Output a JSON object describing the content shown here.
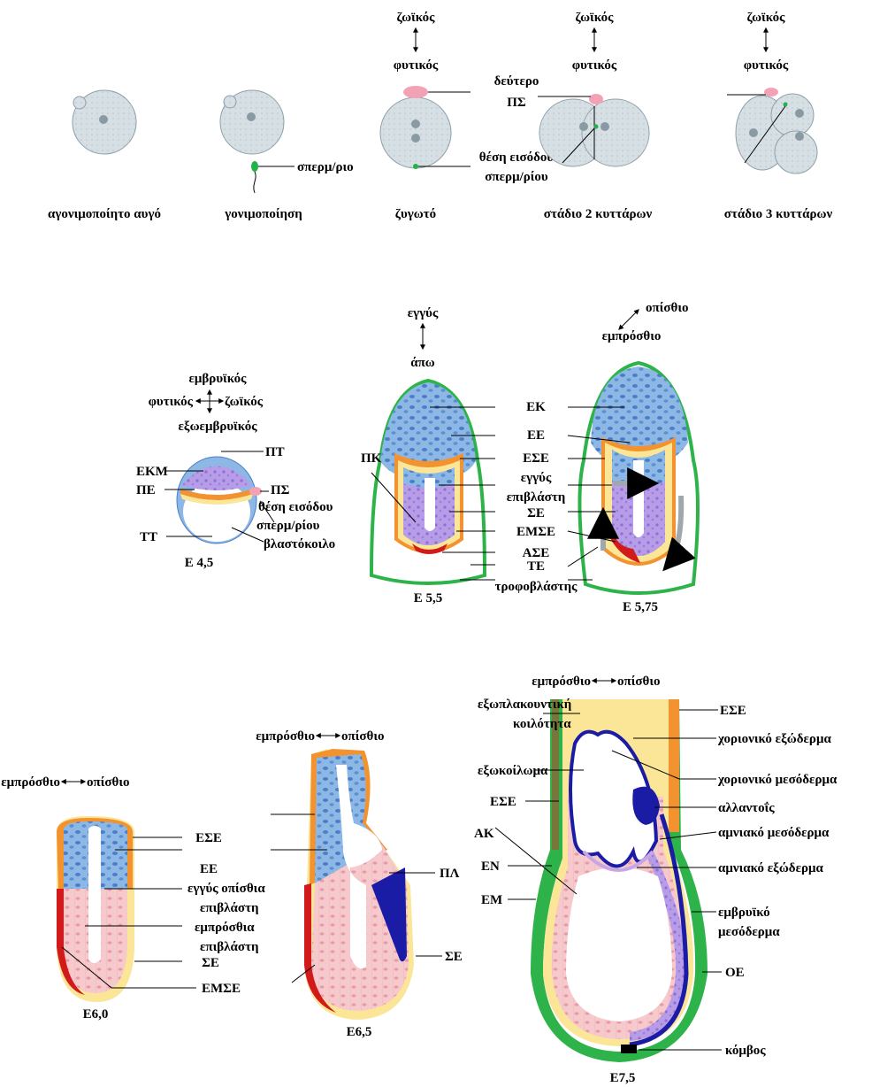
{
  "row1": {
    "axis_top": "ζωϊκός",
    "axis_bottom": "φυτικός",
    "second_polar_body": [
      "δεύτερο",
      "ΠΣ"
    ],
    "sperm": "σπερμ/ριο",
    "sperm_entry": [
      "θέση εισόδου",
      "σπερμ/ρίου"
    ],
    "captions": [
      "αγονιμοποίητο αυγό",
      "γονιμοποίηση",
      "ζυγωτό",
      "στάδιο 2 κυττάρων",
      "στάδιο 3 κυττάρων"
    ]
  },
  "row2": {
    "e45_axis": {
      "top": "εμβρυϊκός",
      "left": "φυτικός",
      "right": "ζωϊκός",
      "bottom": "εξωεμβρυϊκός"
    },
    "e45_labels": {
      "pt": "ΠΤ",
      "ekm": "ΕΚΜ",
      "pe": "ΠΕ",
      "ps": "ΠΣ",
      "entry": [
        "θέση εισόδου",
        "σπερμ/ρίου"
      ],
      "tt": "ΤΤ",
      "blasto": "βλαστόκοιλο"
    },
    "e55_axis": {
      "top": "εγγύς",
      "bottom": "άπω"
    },
    "e575_axis": {
      "right": "οπίσθιο",
      "left": "εμπρόσθιο"
    },
    "labels": {
      "ek": "ΕΚ",
      "ee": "ΕΕ",
      "ese": "ΕΣΕ",
      "pk": "ΠΚ",
      "epi": [
        "εγγύς",
        "επιβλάστη"
      ],
      "se": "ΣΕ",
      "emse": "ΕΜΣΕ",
      "ase": "ΑΣΕ",
      "te": "ΤΕ",
      "tropho": "τροφοβλάστης"
    },
    "captions": [
      "Ε 4,5",
      "Ε 5,5",
      "Ε 5,75"
    ]
  },
  "row3": {
    "axis": {
      "left": "εμπρόσθιο",
      "right": "οπίσθιο"
    },
    "e60_labels": {
      "ese": "ΕΣΕ",
      "ee": "ΕΕ",
      "post_epi": [
        "εγγύς οπίσθια",
        "επιβλάστη"
      ],
      "ant_epi": [
        "εμπρόσθια",
        "επιβλάστη"
      ],
      "se": "ΣΕ",
      "emse": "ΕΜΣΕ"
    },
    "e65_labels": {
      "pl": "ΠΛ",
      "se": "ΣΕ"
    },
    "e75_labels": {
      "exo_cavity": [
        "εξωπλακουντική",
        "κοιλότητα"
      ],
      "exocoelom": "εξωκοίλωμα",
      "ese_left": "ΕΣΕ",
      "ak": "ΑΚ",
      "en": "ΕΝ",
      "em": "ΕΜ",
      "ese_right": "ΕΣΕ",
      "chor_ecto": "χοριονικό εξώδερμα",
      "chor_meso": "χοριονικό μεσόδερμα",
      "allantois": "αλλαντοΐς",
      "amn_meso": "αμνιακό μεσόδερμα",
      "amn_ecto": "αμνιακό εξώδερμα",
      "emb_meso": [
        "εμβρυϊκό",
        "μεσόδερμα"
      ],
      "oe": "ΟΕ",
      "node": "κόμβος"
    },
    "captions": [
      "Ε6,0",
      "Ε6,5",
      "Ε7,5"
    ]
  },
  "colors": {
    "cell_fill": "#d6dfe4",
    "nucleus": "#8a9aa3",
    "polar_body": "#f2a2b4",
    "sperm": "#22b24c",
    "epiblast_blue": "#8db8e6",
    "ee_blue": "#7aa9dc",
    "ese_orange": "#f29330",
    "ve_yellow": "#fbe596",
    "pe_purple": "#b79ce8",
    "ave_red": "#d21a1a",
    "tropho_green": "#2eb34a",
    "epi_pink": "#f6c9cc",
    "ps_navy": "#1b1ca6",
    "meso_lavender": "#c7a6e3"
  }
}
